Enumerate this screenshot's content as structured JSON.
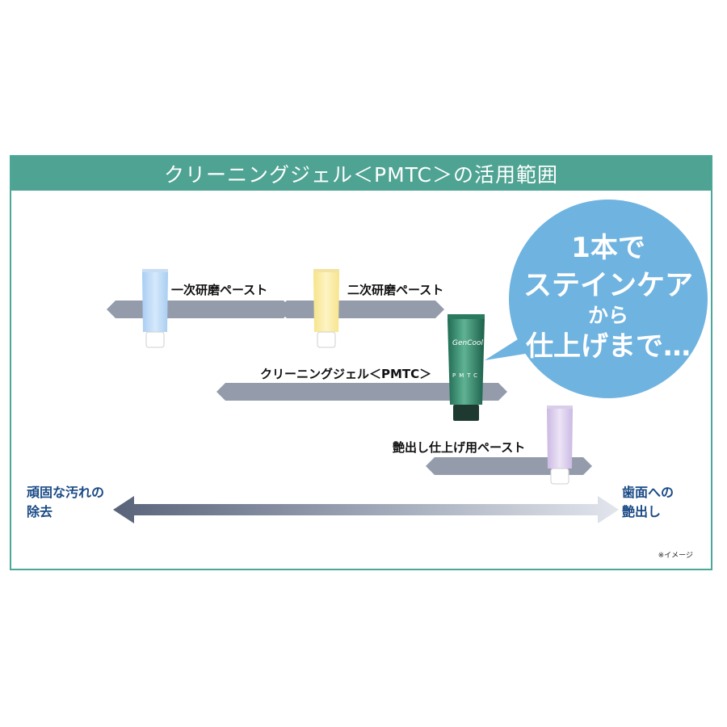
{
  "title": "クリーニングジェル＜PMTC＞の活用範囲",
  "products": {
    "primary": "一次研磨ペースト",
    "secondary": "二次研磨ペースト",
    "gel": "クリーニングジェル＜PMTC＞",
    "gloss": "艶出し仕上げ用ペースト"
  },
  "gel_tube": {
    "brand": "GenCool",
    "code": "PMTC"
  },
  "bubble": {
    "line1": "1本で",
    "line2": "ステインケア",
    "line3": "から",
    "line4": "仕上げまで…"
  },
  "axis": {
    "left_line1": "頑固な汚れの",
    "left_line2": "除去",
    "right_line1": "歯面への",
    "right_line2": "艶出し"
  },
  "note": "※イメージ",
  "colors": {
    "title_bar": "#4ea392",
    "bubble": "#6fb3e0",
    "bar": "#949cac",
    "axis_text": "#1a4a86"
  }
}
